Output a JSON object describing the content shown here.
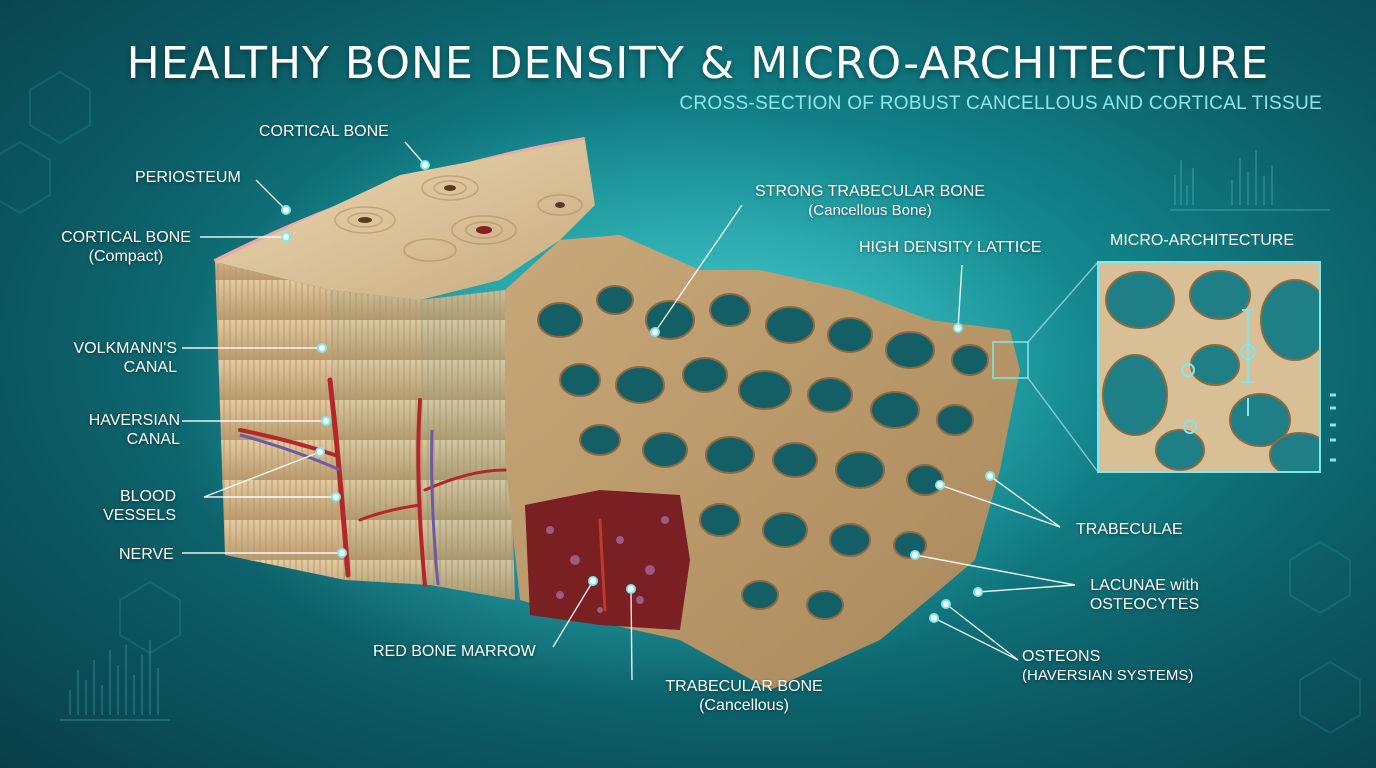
{
  "title": "HEALTHY BONE DENSITY & MICRO-ARCHITECTURE",
  "subtitle": "CROSS-SECTION OF ROBUST CANCELLOUS AND CORTICAL TISSUE",
  "inset_title": "MICRO-ARCHITECTURE",
  "labels": {
    "cortical_bone_top": "CORTICAL BONE",
    "periosteum": "PERIOSTEUM",
    "cortical_compact": {
      "line1": "CORTICAL BONE",
      "line2": "(Compact)"
    },
    "volkmanns_canal": {
      "line1": "VOLKMANN'S",
      "line2": "CANAL"
    },
    "haversian_canal": {
      "line1": "HAVERSIAN",
      "line2": "CANAL"
    },
    "blood_vessels": {
      "line1": "BLOOD",
      "line2": "VESSELS"
    },
    "nerve": "NERVE",
    "strong_trabecular": {
      "line1": "STRONG TRABECULAR BONE",
      "line2": "(Cancellous Bone)"
    },
    "high_density_lattice": "HIGH DENSITY LATTICE",
    "trabeculae": "TRABECULAE",
    "lacunae": {
      "line1": "LACUNAE with",
      "line2": "OSTEOCYTES"
    },
    "osteons": {
      "line1": "OSTEONS",
      "line2": "(HAVERSIAN SYSTEMS)"
    },
    "red_bone_marrow": "RED BONE MARROW",
    "trabecular_cancellous": {
      "line1": "TRABECULAR BONE",
      "line2": "(Cancellous)"
    }
  },
  "colors": {
    "bone": "#d9c09a",
    "bone_shadow": "#8a6c45",
    "marrow": "#7a1f22",
    "vessel_red": "#b3272b",
    "nerve_purple": "#6a5aa8",
    "accent_teal": "#7fe8ec"
  }
}
